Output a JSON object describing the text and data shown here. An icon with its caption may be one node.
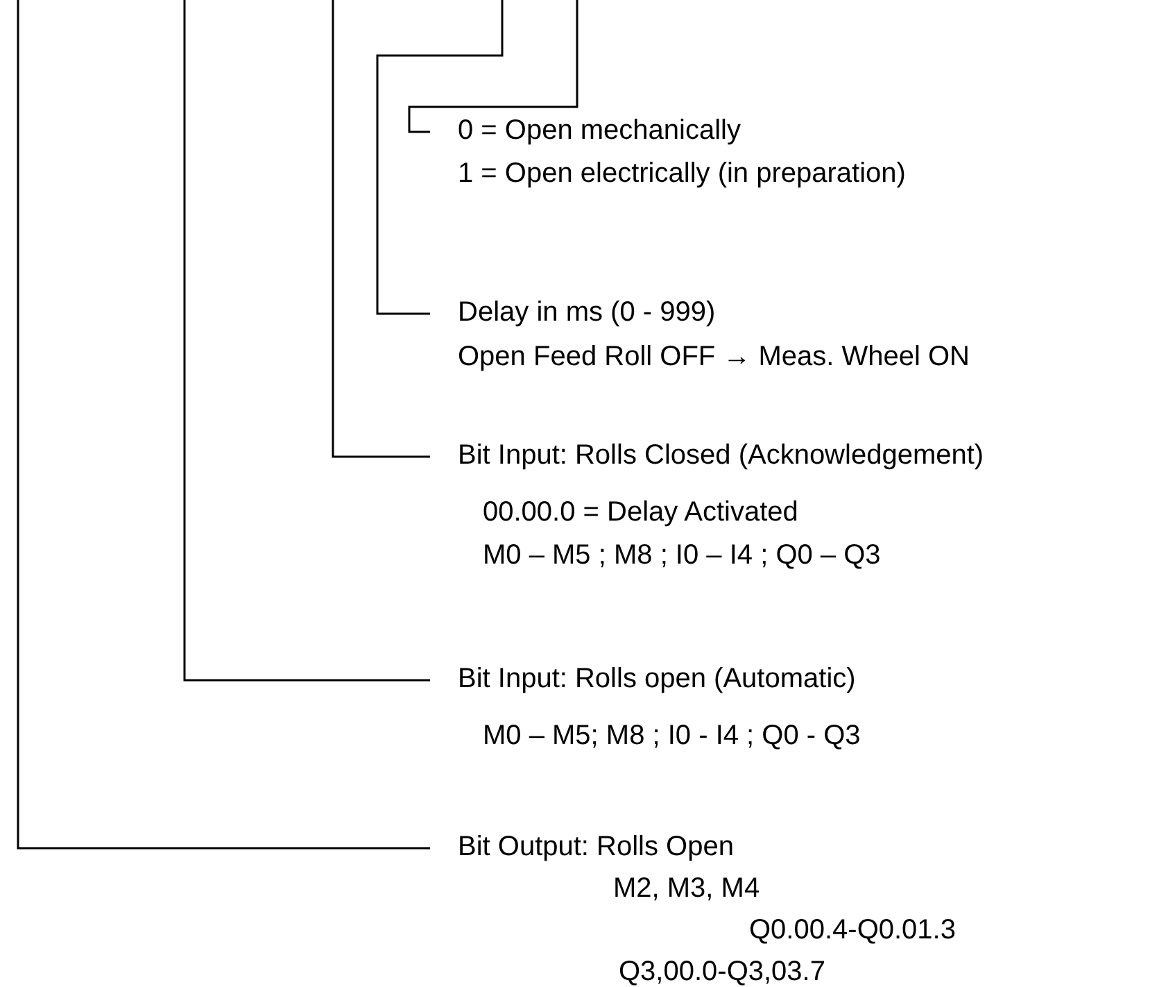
{
  "diagram": {
    "nodes": [
      {
        "text": [
          "0 = Open mechanically",
          "1 = Open electrically (in preparation)"
        ]
      },
      {
        "text": [
          "Delay in ms (0 - 999)",
          "Open Feed Roll OFF → Meas. Wheel ON"
        ]
      },
      {
        "text": [
          "Bit Input: Rolls Closed (Acknowledgement)",
          "00.00.0 = Delay Activated",
          "M0 – M5 ; M8 ; I0 – I4 ; Q0 – Q3"
        ]
      },
      {
        "text": [
          "Bit Input: Rolls open (Automatic)",
          "M0 – M5; M8 ; I0 - I4 ; Q0 - Q3"
        ]
      },
      {
        "text": [
          "Bit Output: Rolls Open",
          "M2, M3, M4",
          "Q0.00.4-Q0.01.3",
          "Q3,00.0-Q3,03.7"
        ]
      }
    ],
    "edges": [
      {
        "from": null,
        "to": 0,
        "arrow": "none"
      },
      {
        "from": null,
        "to": 1,
        "arrow": "none"
      },
      {
        "from": null,
        "to": 2,
        "arrow": "none"
      },
      {
        "from": null,
        "to": 3,
        "arrow": "none"
      },
      {
        "from": null,
        "to": 4,
        "arrow": "none"
      }
    ]
  }
}
